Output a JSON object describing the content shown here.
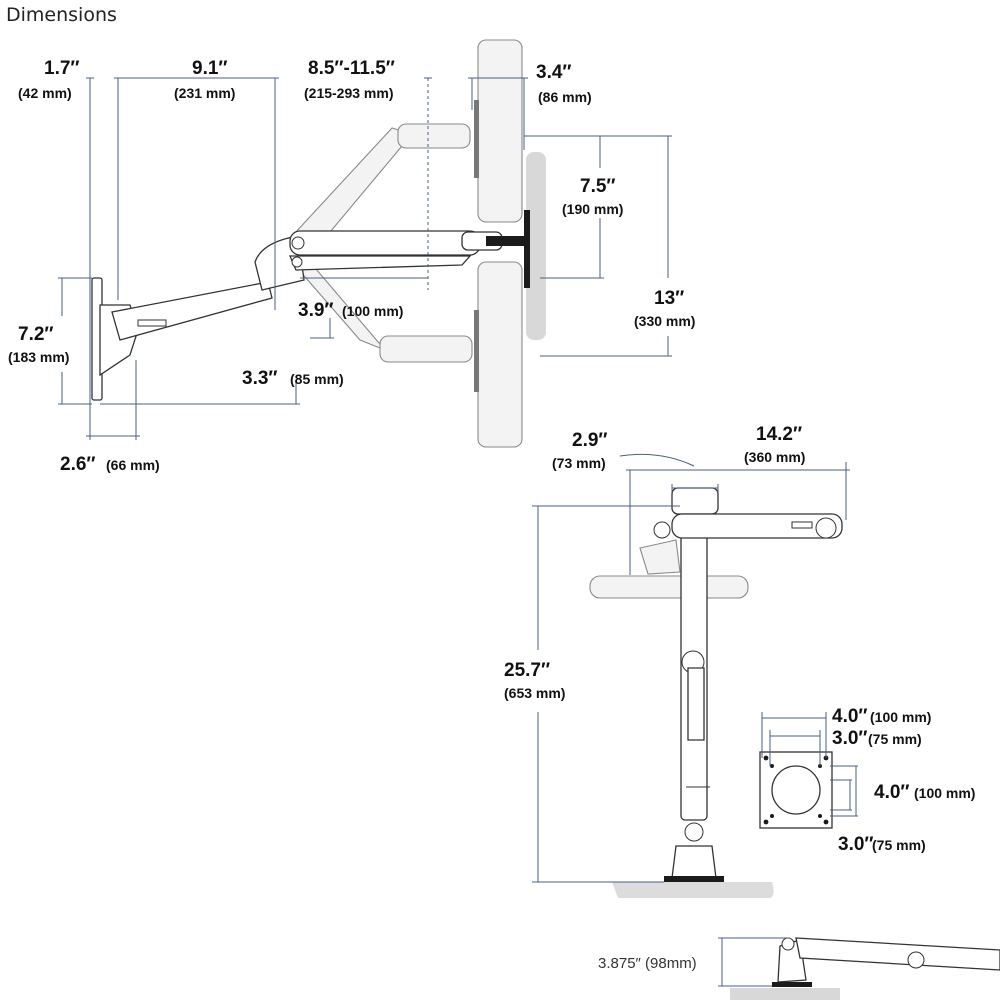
{
  "title": "Dimensions",
  "side_view": {
    "plate_depth": {
      "value": "1.7″",
      "mm": "(42 mm)"
    },
    "arm_reach_1": {
      "value": "9.1″",
      "mm": "(231 mm)"
    },
    "arm_reach_2": {
      "value": "8.5″-11.5″",
      "mm": "(215-293 mm)"
    },
    "monitor_offset": {
      "value": "3.4″",
      "mm": "(86 mm)"
    },
    "up_travel": {
      "value": "7.5″",
      "mm": "(190 mm)"
    },
    "total_travel": {
      "value": "13″",
      "mm": "(330 mm)"
    },
    "down_travel": {
      "value": "3.9″",
      "mm": "(100 mm)"
    },
    "plate_height": {
      "value": "7.2″",
      "mm": "(183 mm)"
    },
    "arm_height": {
      "value": "3.3″",
      "mm": "(85 mm)"
    },
    "plate_width": {
      "value": "2.6″",
      "mm": "(66 mm)"
    }
  },
  "pole_view": {
    "clamp_width": {
      "value": "2.9″",
      "mm": "(73 mm)"
    },
    "arm_length": {
      "value": "14.2″",
      "mm": "(360 mm)"
    },
    "pole_height": {
      "value": "25.7″",
      "mm": "(653 mm)"
    }
  },
  "vesa": {
    "outer_h": {
      "value": "4.0″",
      "mm": "(100 mm)"
    },
    "inner_h": {
      "value": "3.0″",
      "mm": "(75 mm)"
    },
    "outer_v": {
      "value": "4.0″",
      "mm": "(100 mm)"
    },
    "inner_v": {
      "value": "3.0″",
      "mm": "(75 mm)"
    }
  },
  "low_profile": {
    "label": "3.875″ (98mm)"
  }
}
